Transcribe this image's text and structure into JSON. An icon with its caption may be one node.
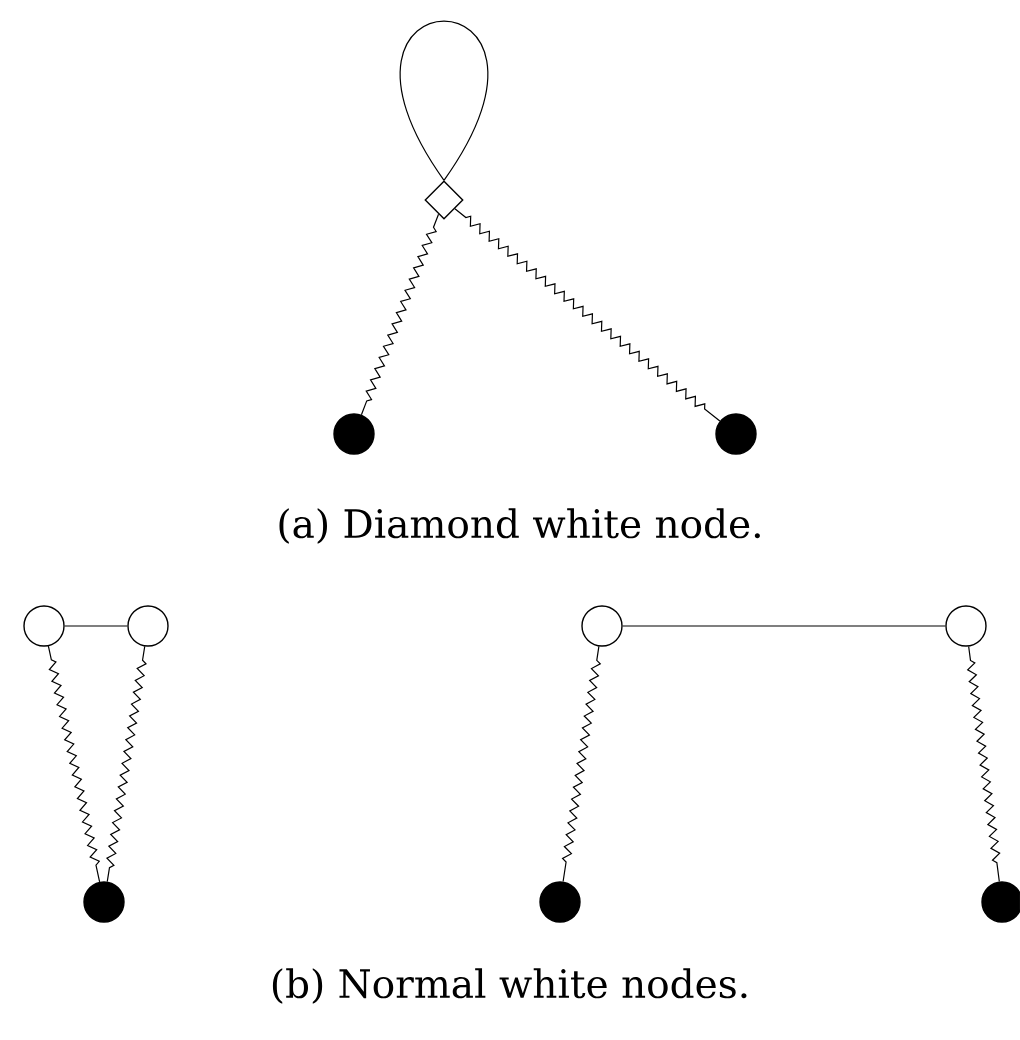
{
  "diagram": {
    "nodes": [
      {
        "text": [],
        "shape": "diamond"
      },
      {
        "text": [],
        "shape": "circle"
      },
      {
        "text": [],
        "shape": "circle"
      },
      {
        "text": [],
        "shape": "circle"
      },
      {
        "text": [],
        "shape": "circle"
      },
      {
        "text": [],
        "shape": "circle"
      },
      {
        "text": [],
        "shape": "circle"
      },
      {
        "text": [],
        "shape": "circle"
      },
      {
        "text": [],
        "shape": "circle"
      },
      {
        "text": [],
        "shape": "circle"
      }
    ],
    "edges": [
      {
        "from": 0,
        "to": 0,
        "arrow": "none"
      },
      {
        "from": 0,
        "to": 1,
        "arrow": "none"
      },
      {
        "from": 0,
        "to": 2,
        "arrow": "none"
      },
      {
        "from": 3,
        "to": 4,
        "arrow": "none"
      },
      {
        "from": 3,
        "to": 5,
        "arrow": "none"
      },
      {
        "from": 4,
        "to": 5,
        "arrow": "none"
      },
      {
        "from": 6,
        "to": 7,
        "arrow": "none"
      },
      {
        "from": 6,
        "to": 8,
        "arrow": "none"
      },
      {
        "from": 7,
        "to": 9,
        "arrow": "none"
      }
    ],
    "labels": [
      "(a) Diamond white node.",
      "(b) Normal white nodes."
    ]
  }
}
